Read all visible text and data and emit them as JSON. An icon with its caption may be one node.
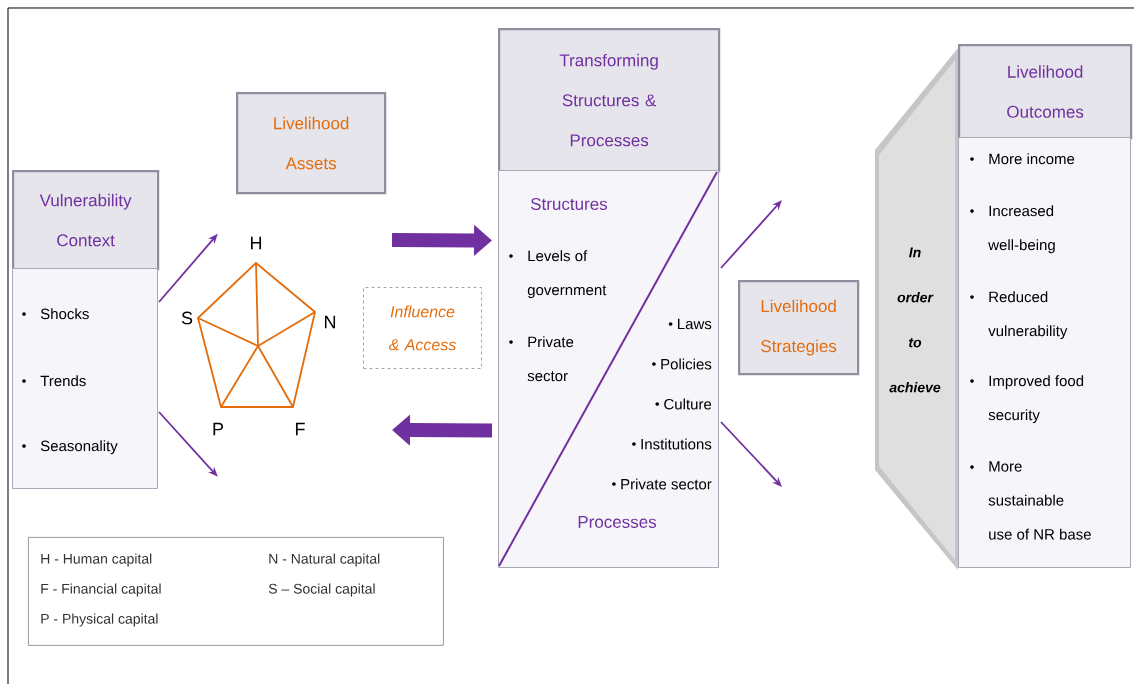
{
  "diagram": {
    "nodes": [
      {
        "text": [
          "Vulnerability Context"
        ]
      },
      {
        "text": [
          "Shocks",
          "Trends",
          "Seasonality"
        ]
      },
      {
        "text": [
          "Livelihood Assets"
        ]
      },
      {
        "text": [
          "H",
          "S",
          "N",
          "P",
          "F"
        ]
      },
      {
        "text": [
          "Influence & Access"
        ]
      },
      {
        "text": [
          "Transforming Structures & Processes"
        ]
      },
      {
        "text": [
          "Structures",
          "Levels of government",
          "Private sector",
          "Laws",
          "Policies",
          "Culture",
          "Institutions",
          "Private sector",
          "Processes"
        ]
      },
      {
        "text": [
          "Livelihood Strategies"
        ]
      },
      {
        "text": [
          "In order to achieve"
        ]
      },
      {
        "text": [
          "Livelihood Outcomes"
        ]
      },
      {
        "text": [
          "More income",
          "Increased well-being",
          "Reduced vulnerability",
          "Improved food security",
          "More sustainable use of NR base"
        ]
      },
      {
        "text": [
          "H - Human capital",
          "N - Natural capital",
          "F - Financial capital",
          "S – Social capital",
          "P - Physical capital"
        ]
      }
    ],
    "edges": [
      {
        "from": 1,
        "to": 3,
        "arrow": "to"
      },
      {
        "from": 1,
        "to": 3,
        "arrow": "to"
      },
      {
        "from": null,
        "to": 6,
        "arrow": "to",
        "style": "thick"
      },
      {
        "from": 6,
        "to": null,
        "arrow": "to",
        "style": "thick"
      },
      {
        "from": 6,
        "to": null,
        "arrow": "to"
      },
      {
        "from": 6,
        "to": null,
        "arrow": "to"
      }
    ]
  }
}
